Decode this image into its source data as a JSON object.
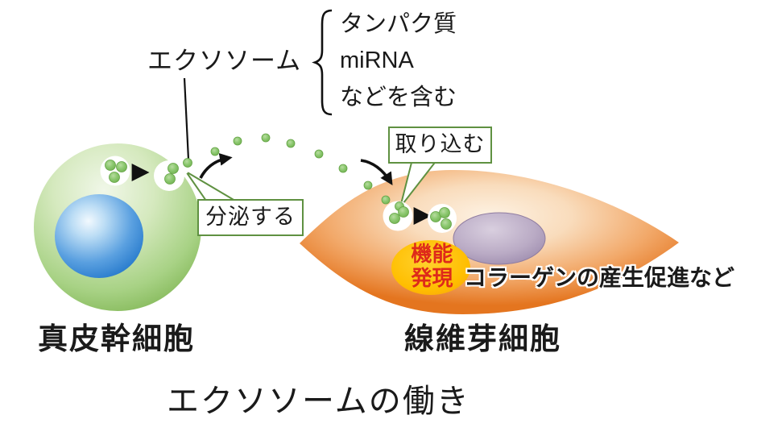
{
  "title": "エクソソームの働き",
  "exosome": {
    "label": "エクソソーム",
    "contents": [
      "タンパク質",
      "miRNA",
      "などを含む"
    ]
  },
  "callouts": {
    "secrete": "分泌する",
    "uptake": "取り込む"
  },
  "function_badge": {
    "line1": "機能",
    "line2": "発現"
  },
  "effect": "コラーゲンの産生促進など",
  "cells": {
    "left": "真皮幹細胞",
    "right": "線維芽細胞"
  },
  "colors": {
    "stem_cell_green": "#8cc063",
    "nucleus_blue": "#2e86d2",
    "fibroblast_orange": "#e87a28",
    "fibroblast_nucleus_purple": "#a795b5",
    "badge_yellow": "#ffc000",
    "badge_text_red": "#de2a1a",
    "callout_border_green": "#5f9141",
    "exosome_dot_green": "#7cbd5c",
    "text_black": "#1a1a1a"
  }
}
